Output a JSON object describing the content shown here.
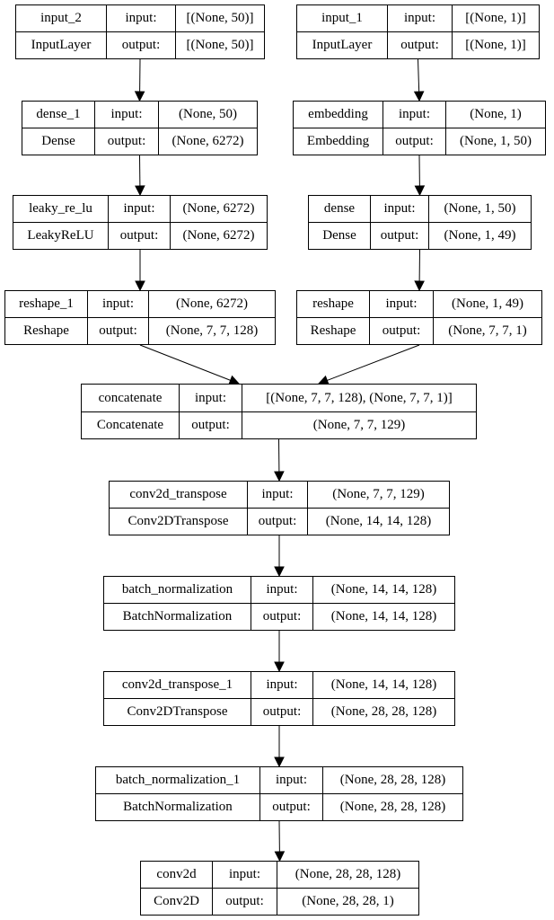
{
  "labels": {
    "input": "input:",
    "output": "output:"
  },
  "nodes": [
    {
      "id": "input_2",
      "name": "input_2",
      "type": "InputLayer",
      "input": "[(None, 50)]",
      "output": "[(None, 50)]"
    },
    {
      "id": "input_1",
      "name": "input_1",
      "type": "InputLayer",
      "input": "[(None, 1)]",
      "output": "[(None, 1)]"
    },
    {
      "id": "dense_1",
      "name": "dense_1",
      "type": "Dense",
      "input": "(None, 50)",
      "output": "(None, 6272)"
    },
    {
      "id": "embedding",
      "name": "embedding",
      "type": "Embedding",
      "input": "(None, 1)",
      "output": "(None, 1, 50)"
    },
    {
      "id": "leaky_re_lu",
      "name": "leaky_re_lu",
      "type": "LeakyReLU",
      "input": "(None, 6272)",
      "output": "(None, 6272)"
    },
    {
      "id": "dense",
      "name": "dense",
      "type": "Dense",
      "input": "(None, 1, 50)",
      "output": "(None, 1, 49)"
    },
    {
      "id": "reshape_1",
      "name": "reshape_1",
      "type": "Reshape",
      "input": "(None, 6272)",
      "output": "(None, 7, 7, 128)"
    },
    {
      "id": "reshape",
      "name": "reshape",
      "type": "Reshape",
      "input": "(None, 1, 49)",
      "output": "(None, 7, 7, 1)"
    },
    {
      "id": "concatenate",
      "name": "concatenate",
      "type": "Concatenate",
      "input": "[(None, 7, 7, 128), (None, 7, 7, 1)]",
      "output": "(None, 7, 7, 129)"
    },
    {
      "id": "conv2d_transpose",
      "name": "conv2d_transpose",
      "type": "Conv2DTranspose",
      "input": "(None, 7, 7, 129)",
      "output": "(None, 14, 14, 128)"
    },
    {
      "id": "batch_normalization",
      "name": "batch_normalization",
      "type": "BatchNormalization",
      "input": "(None, 14, 14, 128)",
      "output": "(None, 14, 14, 128)"
    },
    {
      "id": "conv2d_transpose_1",
      "name": "conv2d_transpose_1",
      "type": "Conv2DTranspose",
      "input": "(None, 14, 14, 128)",
      "output": "(None, 28, 28, 128)"
    },
    {
      "id": "batch_normalization_1",
      "name": "batch_normalization_1",
      "type": "BatchNormalization",
      "input": "(None, 28, 28, 128)",
      "output": "(None, 28, 28, 128)"
    },
    {
      "id": "conv2d",
      "name": "conv2d",
      "type": "Conv2D",
      "input": "(None, 28, 28, 128)",
      "output": "(None, 28, 28, 1)"
    }
  ],
  "edges": [
    [
      "input_2",
      "dense_1"
    ],
    [
      "input_1",
      "embedding"
    ],
    [
      "dense_1",
      "leaky_re_lu"
    ],
    [
      "embedding",
      "dense"
    ],
    [
      "leaky_re_lu",
      "reshape_1"
    ],
    [
      "dense",
      "reshape"
    ],
    [
      "reshape_1",
      "concatenate"
    ],
    [
      "reshape",
      "concatenate"
    ],
    [
      "concatenate",
      "conv2d_transpose"
    ],
    [
      "conv2d_transpose",
      "batch_normalization"
    ],
    [
      "batch_normalization",
      "conv2d_transpose_1"
    ],
    [
      "conv2d_transpose_1",
      "batch_normalization_1"
    ],
    [
      "batch_normalization_1",
      "conv2d"
    ]
  ]
}
